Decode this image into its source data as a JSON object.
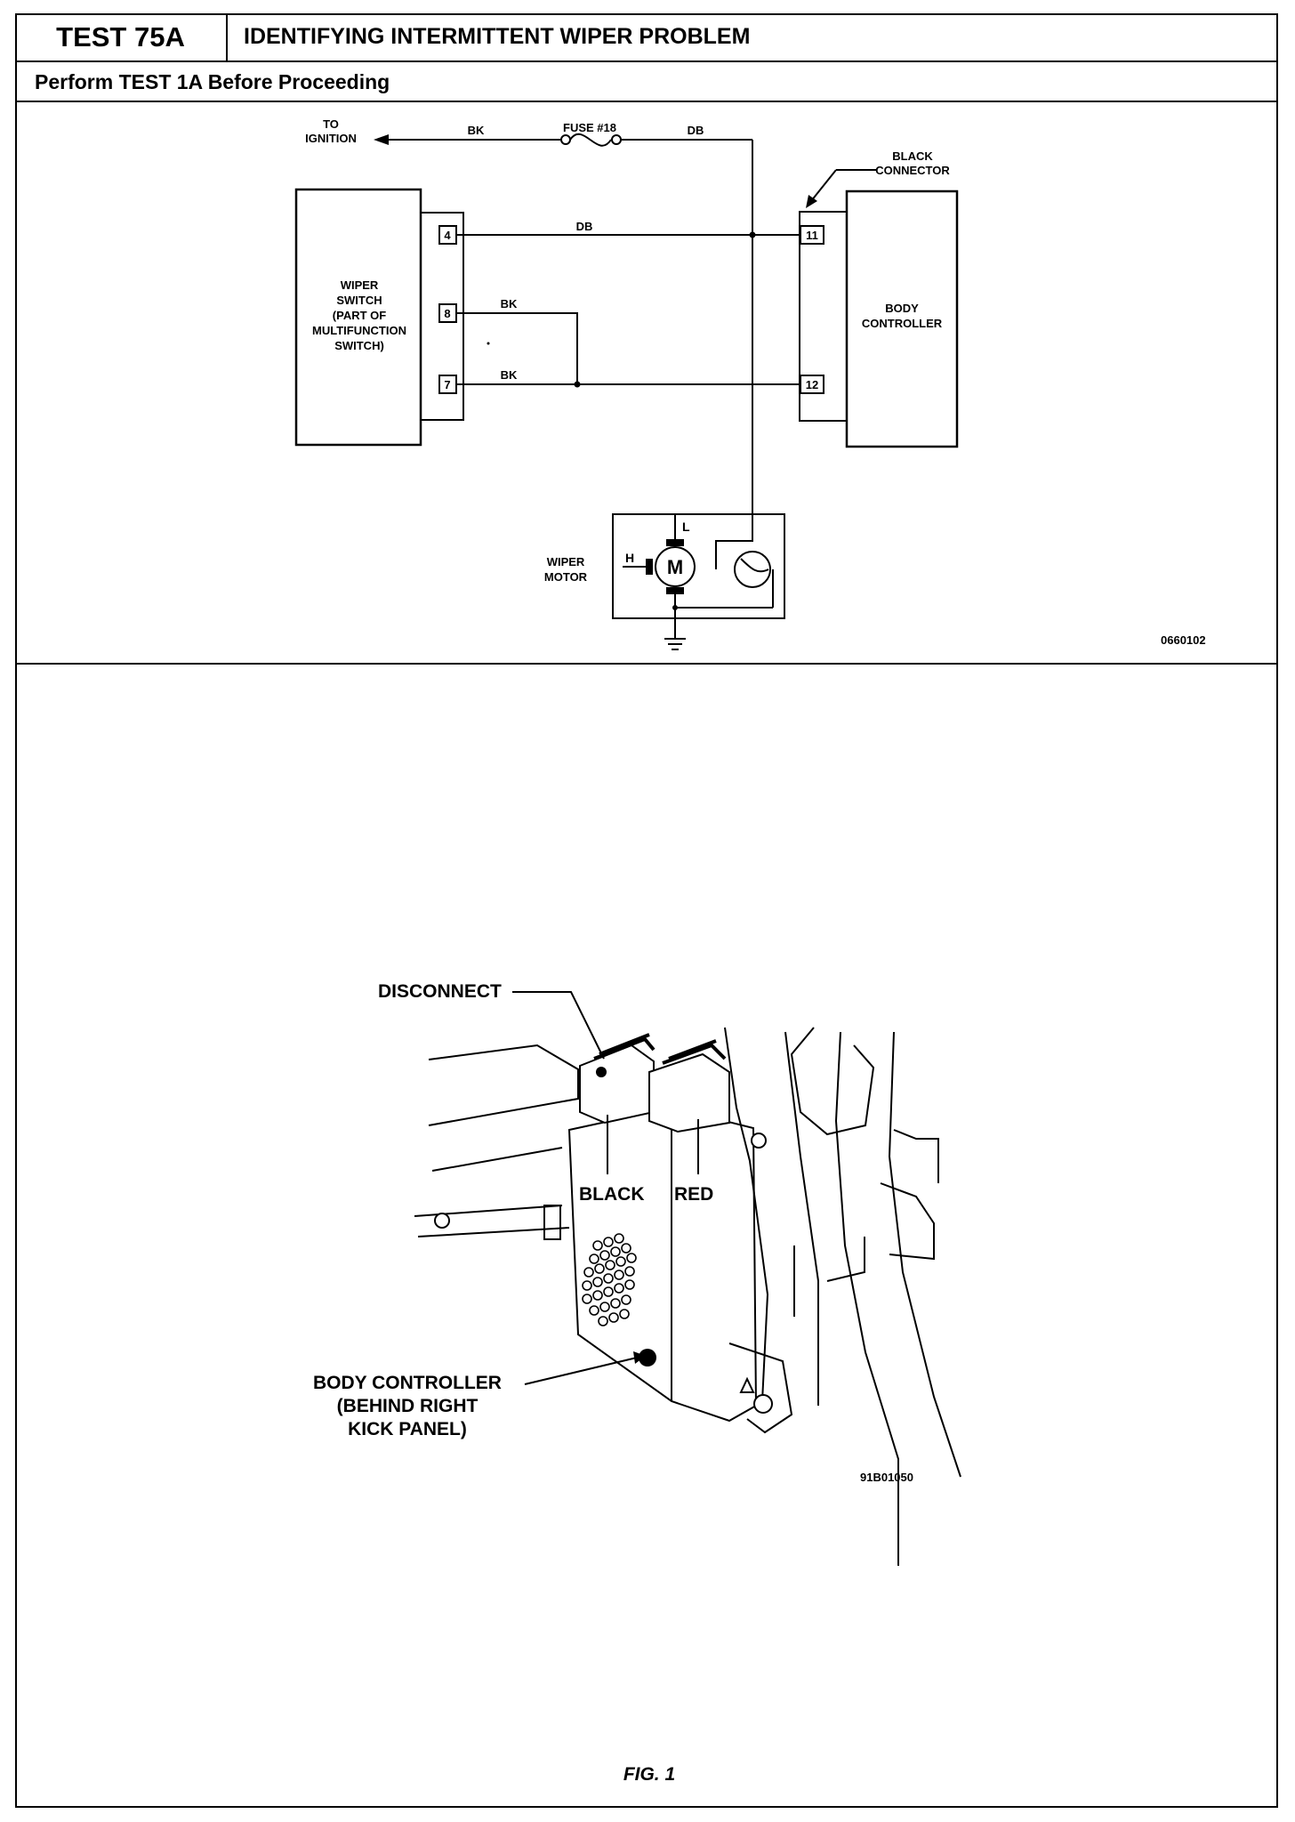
{
  "header": {
    "test_id": "TEST 75A",
    "title": "IDENTIFYING INTERMITTENT WIPER PROBLEM",
    "prerequisite": "Perform TEST 1A Before Proceeding"
  },
  "schematic": {
    "to_ignition": [
      "TO",
      "IGNITION"
    ],
    "fuse_label": "FUSE #18",
    "wire_colors": {
      "ignition": "BK",
      "fuse_out": "DB",
      "pin4_to_11": "DB",
      "pin8": "BK",
      "pin7_to_12": "BK"
    },
    "black_connector": [
      "BLACK",
      "CONNECTOR"
    ],
    "wiper_switch": [
      "WIPER",
      "SWITCH",
      "(PART OF",
      "MULTIFUNCTION",
      "SWITCH)"
    ],
    "switch_pins": [
      "4",
      "8",
      "7"
    ],
    "body_controller": [
      "BODY",
      "CONTROLLER"
    ],
    "controller_pins": [
      "11",
      "12"
    ],
    "wiper_motor": [
      "WIPER",
      "MOTOR"
    ],
    "motor_symbol": "M",
    "motor_terminals": {
      "high": "H",
      "low": "L"
    },
    "figure_code": "0660102"
  },
  "illustration": {
    "disconnect_label": "DISCONNECT",
    "connector_labels": [
      "BLACK",
      "RED"
    ],
    "body_controller_label": [
      "BODY CONTROLLER",
      "(BEHIND RIGHT",
      "KICK PANEL)"
    ],
    "figure_code": "91B01050"
  },
  "footer": {
    "figure_caption": "FIG. 1"
  }
}
